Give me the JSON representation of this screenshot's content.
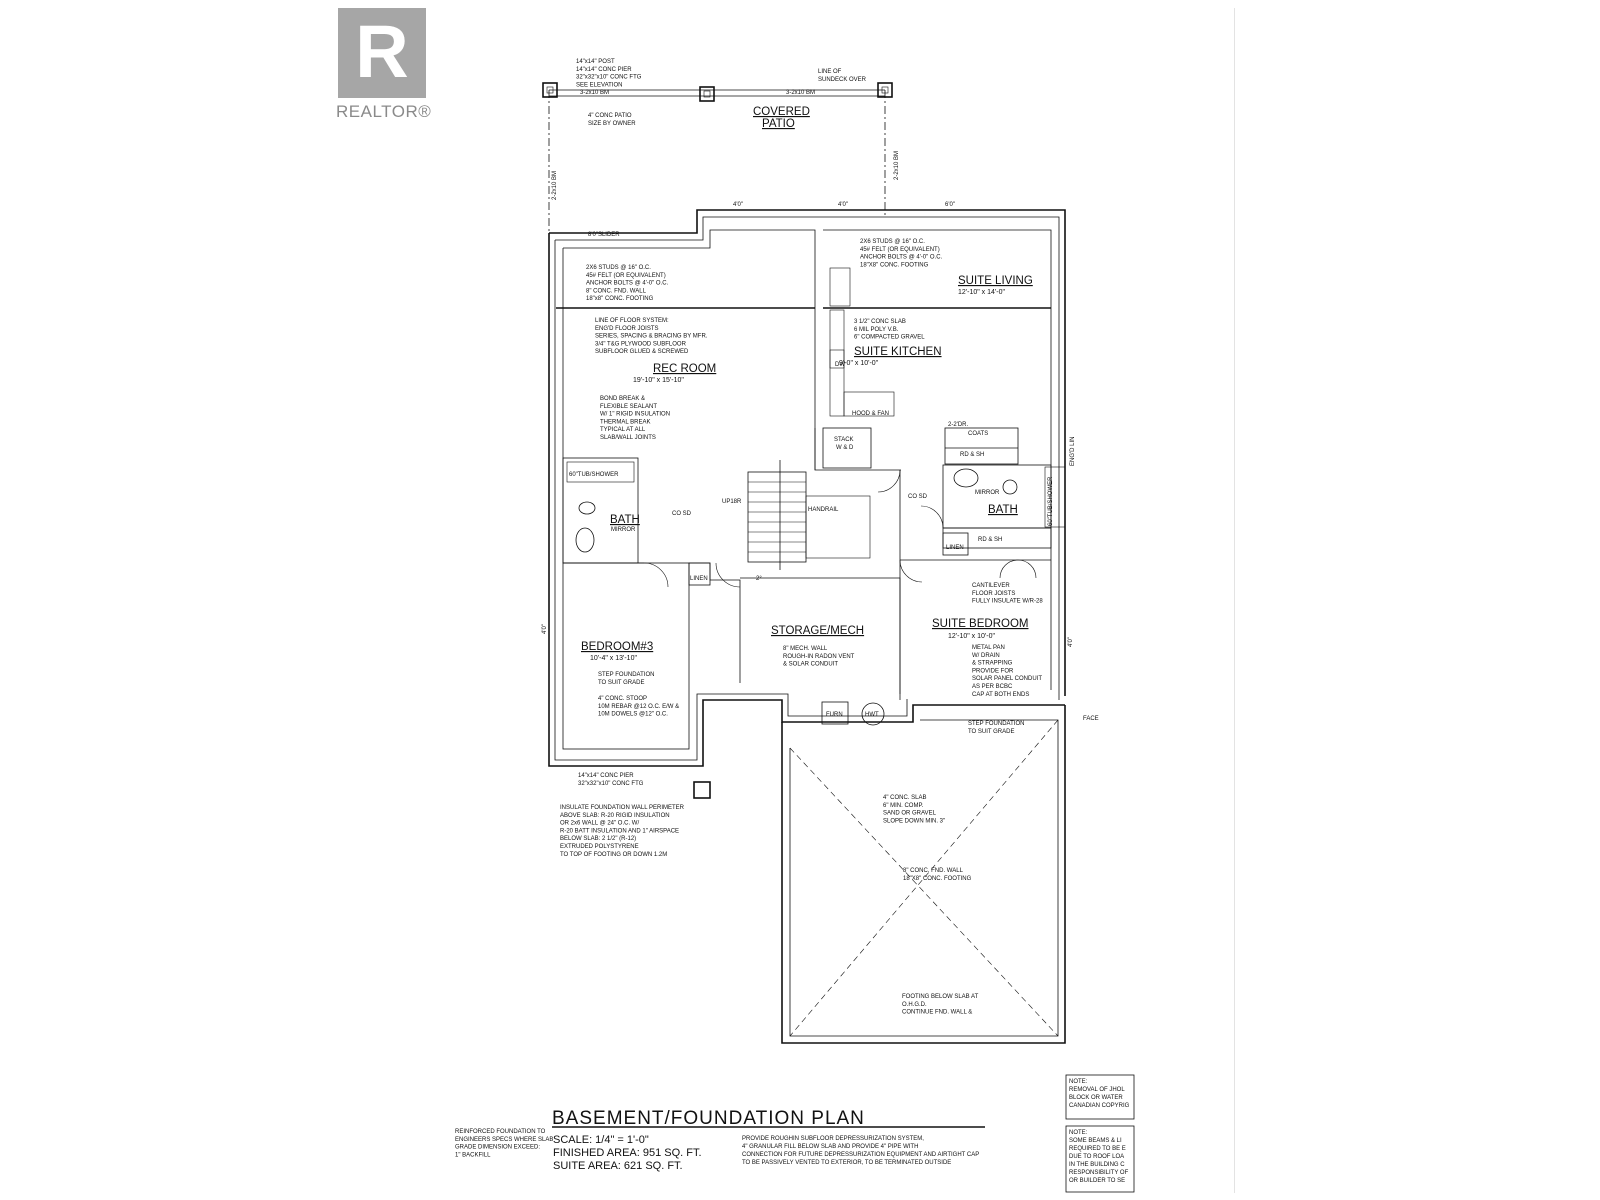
{
  "logo": {
    "letter": "R",
    "text": "REALTOR®"
  },
  "plan": {
    "title": "BASEMENT/FOUNDATION PLAN",
    "scale": "SCALE: 1/4\" = 1'-0\"",
    "finished_area": "FINISHED AREA:   951 SQ. FT.",
    "suite_area": "SUITE AREA:  621 SQ. FT."
  },
  "rooms": {
    "covered_patio_1": "COVERED",
    "covered_patio_2": "PATIO",
    "suite_living": "SUITE LIVING",
    "suite_living_dim": "12'-10\" x 14'-0\"",
    "rec_room": "REC ROOM",
    "rec_room_dim": "19'-10\" x 15'-10\"",
    "suite_kitchen": "SUITE KITCHEN",
    "suite_kitchen_dim": "9'-0\" x 10'-0\"",
    "bath_left": "BATH",
    "bath_right": "BATH",
    "bedroom3": "BEDROOM#3",
    "bedroom3_dim": "10'-4\" x 13'-10\"",
    "storage": "STORAGE/MECH",
    "suite_bedroom": "SUITE BEDROOM",
    "suite_bedroom_dim": "12'-10\" x 10'-0\""
  },
  "fixtures": {
    "tub_left": "60\"TUB/SHOWER",
    "tub_right": "60\"TUB/SHOWER",
    "mirror_left": "MIRROR",
    "mirror_right": "MIRROR",
    "hood": "HOOD & FAN",
    "stack_1": "STACK",
    "stack_2": "W & D",
    "coats": "COATS",
    "rd_sh_1": "RD & SH",
    "rd_sh_2": "RD & SH",
    "linen_1": "LINEN",
    "linen_2": "LINEN",
    "furn": "FURN",
    "hwt": "HWT",
    "co_sd_left": "CO   SD",
    "co_sd_right": "CO   SD",
    "dw": "DW",
    "handrail": "HANDRAIL",
    "up": "UP18R",
    "slider": "8'0\"SLIDER",
    "face": "FACE",
    "window_1": "4'0\"",
    "window_2": "4'0\"",
    "window_3": "6'0\"",
    "window_4": "4'0\"",
    "window_5": "4'0\"",
    "door_2x": "2-2'DR.",
    "door_2_8": "2°",
    "eng_lin": "ENG'D LIN",
    "bm_1": "3-2x10 BM",
    "bm_2": "3-2x10 BM",
    "bm_3": "2-2x10 BM",
    "bm_4": "2-2x10 BM"
  },
  "notes": {
    "post": [
      "14\"x14\" POST",
      "14\"x14\" CONC PIER",
      "32\"x32\"x10\" CONC FTG",
      "SEE ELEVATION"
    ],
    "sundeck": [
      "LINE OF",
      "SUNDECK OVER"
    ],
    "conc_patio": [
      "4\" CONC PATIO",
      "SIZE BY OWNER"
    ],
    "wall_left": [
      "2X6 STUDS @ 16\" O.C.",
      "45# FELT (OR EQUIVALENT)",
      "ANCHOR BOLTS @ 4'-0\" O.C.",
      "8\" CONC. FND. WALL",
      "18\"x8\" CONC. FOOTING"
    ],
    "wall_right": [
      "2X6 STUDS @ 16\" O.C.",
      "45# FELT (OR EQUIVALENT)",
      "ANCHOR BOLTS @ 4'-0\" O.C.",
      "18\"X8\" CONC. FOOTING"
    ],
    "floor_system": [
      "LINE OF FLOOR SYSTEM:",
      "ENG'D FLOOR JOISTS",
      "SERIES, SPACING & BRACING BY MFR.",
      "3/4\" T&G PLYWOOD SUBFLOOR",
      "SUBFLOOR GLUED & SCREWED"
    ],
    "slab": [
      "3 1/2\" CONC SLAB",
      "6 MIL POLY V.B.",
      "6\" COMPACTED GRAVEL"
    ],
    "bond_break": [
      "BOND BREAK &",
      "FLEXIBLE SEALANT",
      "W/ 1\" RIGID INSULATION",
      "THERMAL BREAK",
      "TYPICAL AT ALL",
      "SLAB/WALL JOINTS"
    ],
    "cantilever": [
      "CANTILEVER",
      "FLOOR JOISTS",
      "FULLY INSULATE W/R-28"
    ],
    "mech": [
      "8\" MECH. WALL",
      "ROUGH-IN RADON VENT",
      "& SOLAR CONDUIT"
    ],
    "metal_pan": [
      "METAL PAN",
      "W/ DRAIN",
      "& STRAPPING",
      "PROVIDE FOR",
      "SOLAR PANEL CONDUIT",
      "AS PER BCBC",
      "CAP AT BOTH ENDS"
    ],
    "step_left": [
      "STEP FOUNDATION",
      "TO SUIT GRADE"
    ],
    "stoop": [
      "4\" CONC. STOOP",
      "10M REBAR @12 O.C. E/W &",
      "10M DOWELS @12\" O.C."
    ],
    "step_right": [
      "STEP FOUNDATION",
      "TO SUIT GRADE"
    ],
    "pier": [
      "14\"x14\" CONC PIER",
      "32\"x32\"x10\" CONC FTG"
    ],
    "insulate": [
      "INSULATE FOUNDATION WALL PERIMETER",
      "ABOVE SLAB: R-20 RIGID INSULATION",
      "OR 2x6 WALL @ 24\" O.C. W/",
      "R-20 BATT INSULATION AND 1\" AIRSPACE",
      "BELOW SLAB: 2 1/2\" (R-12)",
      "EXTRUDED POLYSTYRENE",
      "TO TOP OF FOOTING OR DOWN 1.2M"
    ],
    "garage_slab": [
      "4\" CONC. SLAB",
      "6\" MIN. COMP.",
      "SAND OR GRAVEL",
      "SLOPE DOWN MIN. 3\""
    ],
    "garage_wall": [
      "8\" CONC. FND. WALL",
      "18\"X8\" CONC. FOOTING"
    ],
    "footing": [
      "FOOTING BELOW SLAB AT",
      "O.H.G.D.",
      "CONTINUE FND. WALL &"
    ],
    "left_bottom": [
      "REINFORCED FOUNDATION TO",
      "ENGINEERS SPECS WHERE SLAB",
      "GRADE DIMENSION EXCEED:",
      "1\" BACKFILL"
    ],
    "radon": [
      "PROVIDE ROUGHIN SUBFLOOR DEPRESSURIZATION SYSTEM,",
      "4\" GRANULAR FILL BELOW SLAB AND PROVIDE 4\" PIPE WITH",
      "CONNECTION FOR FUTURE DEPRESSURIZATION EQUIPMENT AND AIRTIGHT CAP",
      "TO BE PASSIVELY VENTED TO EXTERIOR, TO BE TERMINATED OUTSIDE"
    ],
    "note_top": [
      "NOTE:",
      "REMOVAL OF JHOL",
      "BLOCK OR WATER",
      "CANADIAN COPYRIG"
    ],
    "note_bottom": [
      "NOTE:",
      "SOME BEAMS & LI",
      "REQUIRED TO BE E",
      "DUE TO ROOF LOA",
      "IN THE BUILDING C",
      "RESPONSIBILITY OF",
      "OR BUILDER TO SE"
    ]
  }
}
